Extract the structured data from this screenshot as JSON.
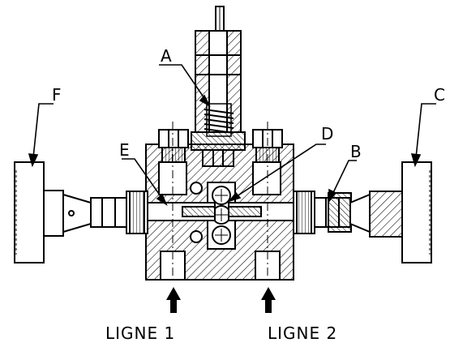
{
  "diagram": {
    "callouts": {
      "a": "A",
      "b": "B",
      "c": "C",
      "d": "D",
      "e": "E",
      "f": "F"
    },
    "inlets": {
      "line1": "LIGNE 1",
      "line2": "LIGNE 2"
    }
  },
  "colors": {
    "ink": "#000000",
    "paper": "#ffffff"
  }
}
